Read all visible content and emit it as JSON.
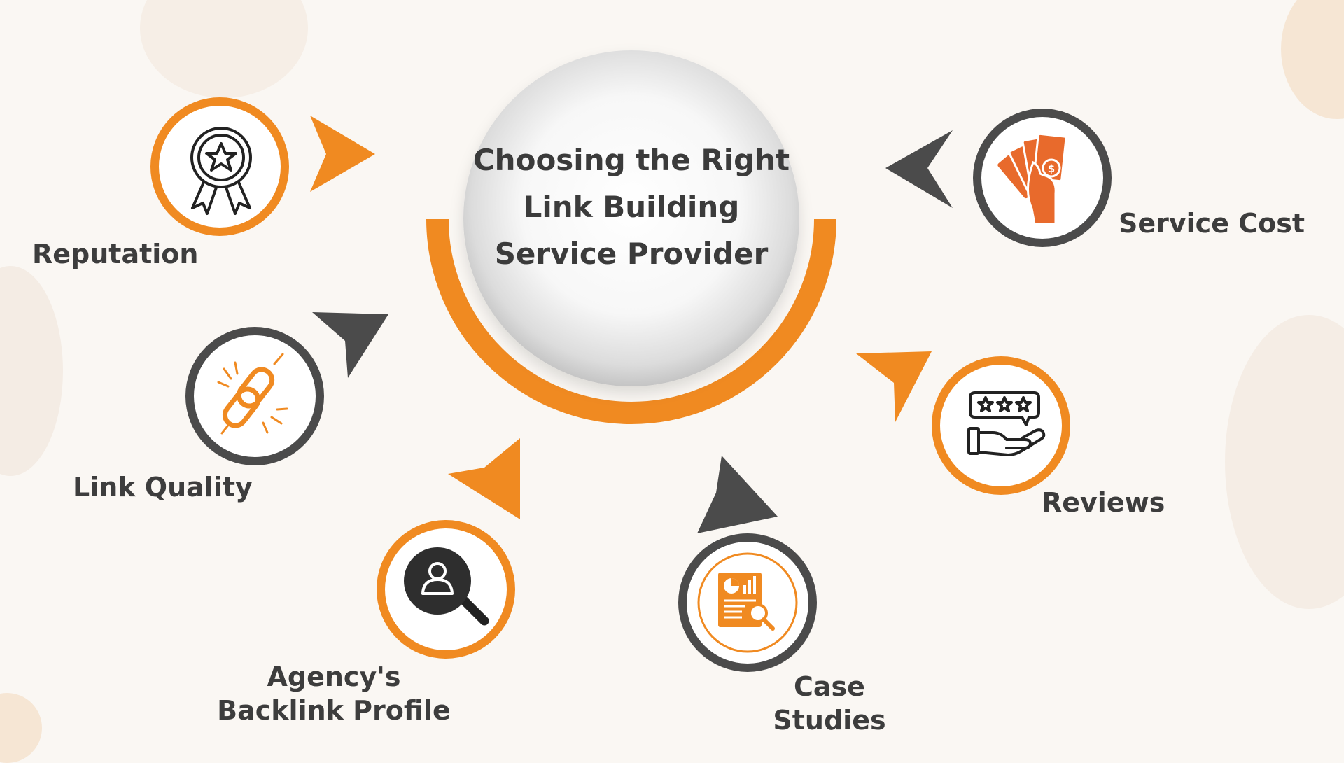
{
  "title": "Choosing the Right Link Building Service Provider",
  "colors": {
    "accent": "#f08a21",
    "dark": "#4b4b4b",
    "background": "#faf7f3",
    "text": "#3d3d3d"
  },
  "factors": [
    {
      "label": "Reputation",
      "icon": "ribbon-badge-icon",
      "ring": "accent",
      "pointer": "accent"
    },
    {
      "label": "Link Quality",
      "icon": "broken-link-icon",
      "ring": "dark",
      "pointer": "dark"
    },
    {
      "label": "Agency's Backlink Profile",
      "icon": "profile-search-icon",
      "ring": "accent",
      "pointer": "accent"
    },
    {
      "label": "Case Studies",
      "icon": "report-analysis-icon",
      "ring": "dark",
      "pointer": "dark"
    },
    {
      "label": "Reviews",
      "icon": "star-review-hand-icon",
      "ring": "accent",
      "pointer": "accent"
    },
    {
      "label": "Service Cost",
      "icon": "money-hand-icon",
      "ring": "dark",
      "pointer": "dark"
    }
  ]
}
